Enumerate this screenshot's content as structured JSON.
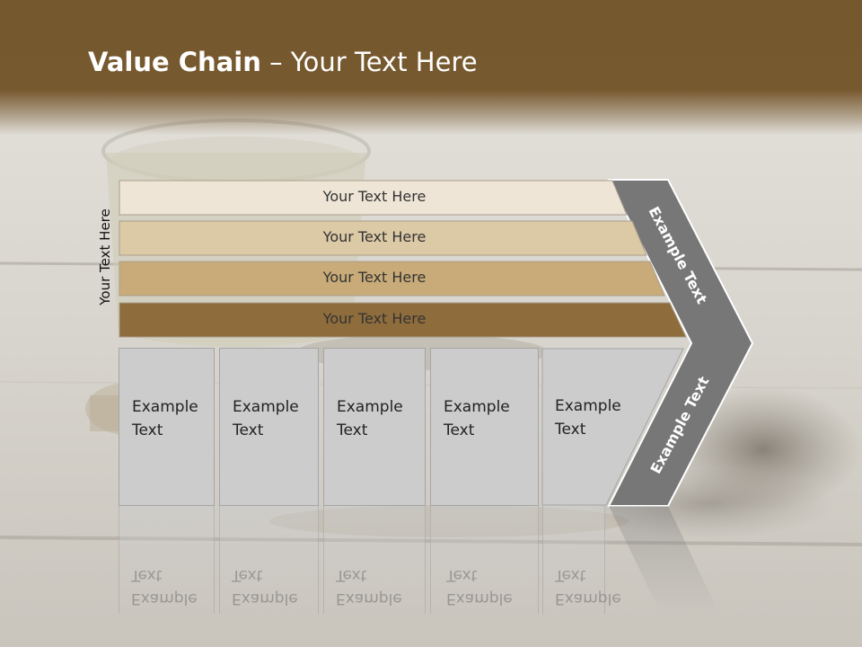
{
  "title": {
    "bold": "Value Chain",
    "rest": " – Your Text Here"
  },
  "side_label": "Your Text Here",
  "bands": [
    {
      "label": "Your Text Here",
      "color": "#efe5d6"
    },
    {
      "label": "Your Text Here",
      "color": "#dcc9a6"
    },
    {
      "label": "Your Text Here",
      "color": "#c8ab78"
    },
    {
      "label": "Your Text Here",
      "color": "#8f6c3c"
    }
  ],
  "boxes": [
    {
      "label": "Example\nText"
    },
    {
      "label": "Example\nText"
    },
    {
      "label": "Example\nText"
    },
    {
      "label": "Example\nText"
    },
    {
      "label": "Example\nText"
    }
  ],
  "chevron": {
    "top_label": "Example Text",
    "bottom_label": "Example Text",
    "color": "#777777"
  },
  "colors": {
    "header": "#77592f",
    "box_fill": "#cccccc",
    "board": "#d9d6cf"
  }
}
